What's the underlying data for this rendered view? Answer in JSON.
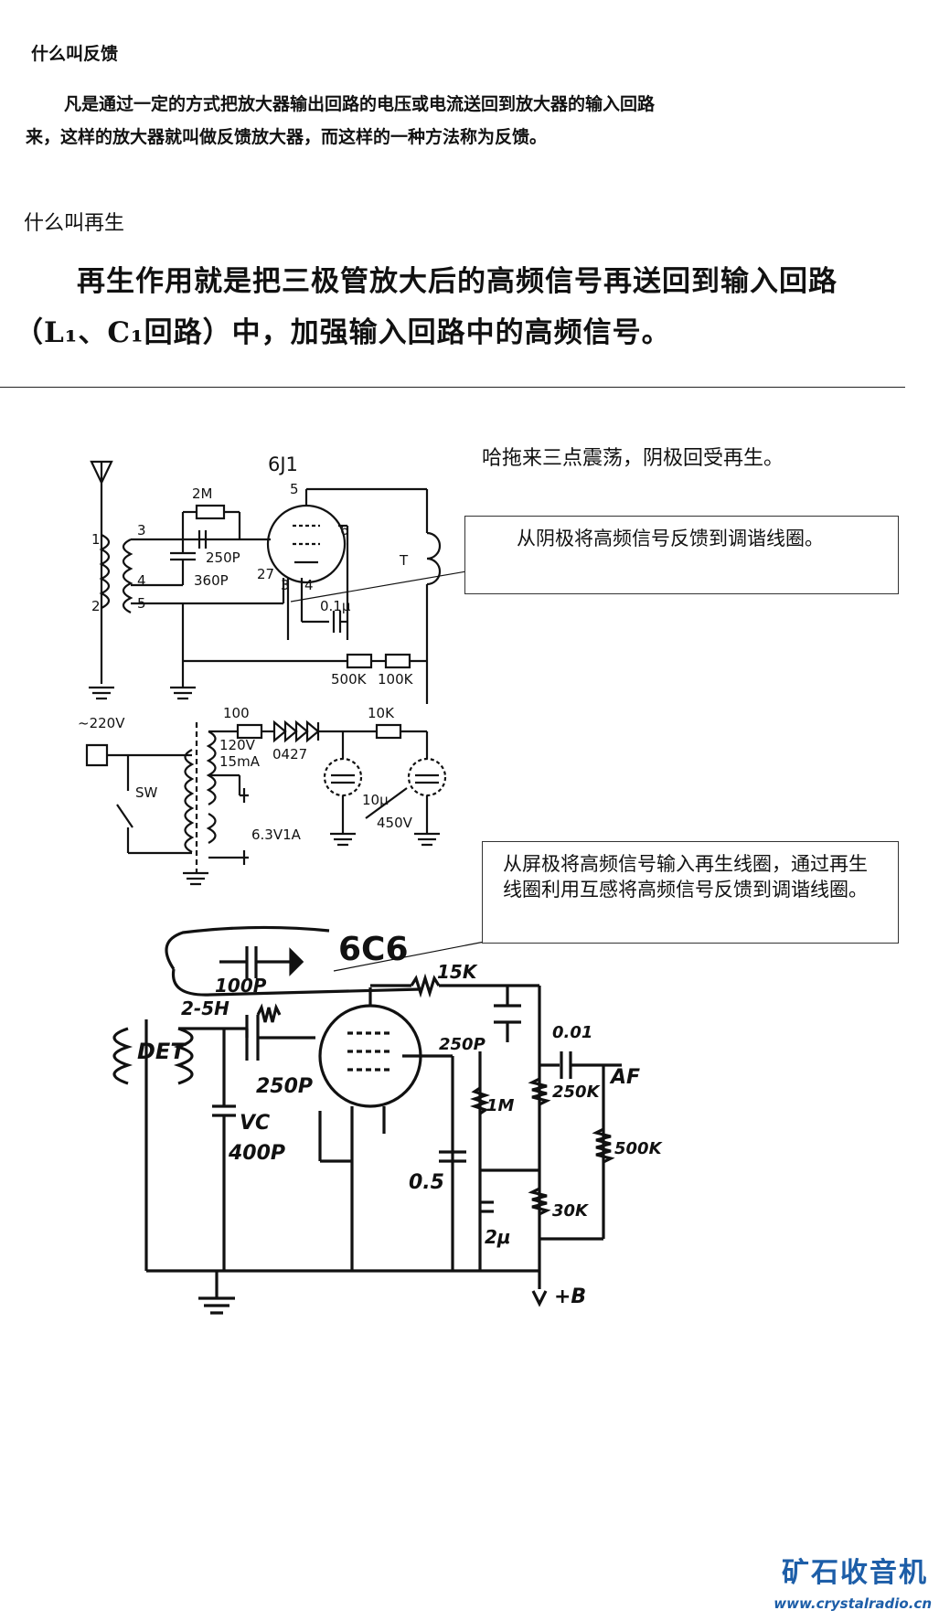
{
  "heading1": "什么叫反馈",
  "para1": "凡是通过一定的方式把放大器输出回路的电压或电流送回到放大器的输入回路来，这样的放大器就叫做反馈放大器，而这样的一种方法称为反馈。",
  "heading2": "什么叫再生",
  "para2": "再生作用就是把三极管放大后的高频信号再送回到输入回路（L₁、C₁回路）中，加强输入回路中的高频信号。",
  "note_hartley": "哈拖来三点震荡，阴极回受再生。",
  "box_cathode": "从阴极将高频信号反馈到调谐线圈。",
  "box_plate": "从屏极将高频信号输入再生线圈，通过再生线圈利用互感将高频信号反馈到调谐线圈。",
  "circuit1": {
    "tube": "6J1",
    "r_grid": "2M",
    "c_grid": "250P",
    "c_tune": "360P",
    "pin_labels": [
      "1",
      "2",
      "3",
      "4",
      "5",
      "6",
      "27",
      "3",
      "4",
      "5"
    ],
    "c_cathode": "0.1μ",
    "r1": "500K",
    "r2": "100K",
    "phones": "T",
    "mains": "~220V",
    "switch": "SW",
    "r_limit": "100",
    "diode": "0427",
    "sec_hv": "120V",
    "sec_current": "15mA",
    "heater": "6.3V1A",
    "r_filter": "10K",
    "c_filter_value": "10μ",
    "c_filter_volt": "450V"
  },
  "circuit2": {
    "tube": "6C6",
    "c_ant": "100P",
    "coil": "2-5H",
    "label_det": "DET",
    "c_grid": "250P",
    "vc": "VC",
    "vc_value": "400P",
    "r_plate": "15K",
    "c_plate": "250P",
    "c_bypass": "0.5",
    "r_screen_1": "1M",
    "c_2u": "2μ",
    "r_a": "250K",
    "r_b": "30K",
    "c_out": "0.01",
    "r_load": "500K",
    "af": "AF",
    "b_plus": "+B"
  },
  "watermark": {
    "name": "矿石收音机",
    "url": "www.crystalradio.cn"
  }
}
